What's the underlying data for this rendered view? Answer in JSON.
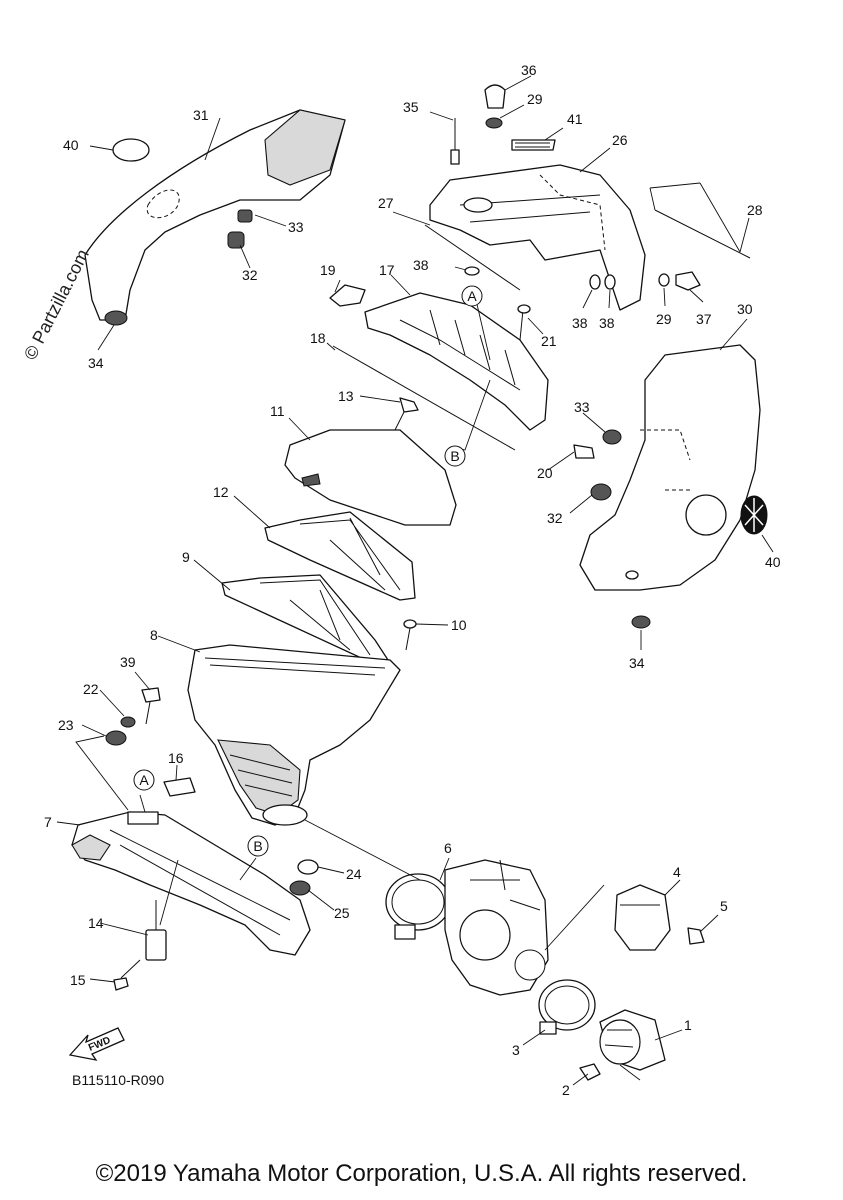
{
  "watermark": "© Partzilla.com",
  "diagram_code": "B115110-R090",
  "copyright": "©2019 Yamaha Motor Corporation, U.S.A. All rights reserved.",
  "fwd_label": "FWD",
  "callouts": {
    "p1": "1",
    "p2": "2",
    "p3": "3",
    "p4": "4",
    "p5": "5",
    "p6": "6",
    "p7": "7",
    "p8": "8",
    "p9": "9",
    "p10": "10",
    "p11": "11",
    "p12": "12",
    "p13": "13",
    "p14": "14",
    "p15": "15",
    "p16": "16",
    "p17": "17",
    "p18": "18",
    "p19": "19",
    "p20": "20",
    "p21": "21",
    "p22": "22",
    "p23": "23",
    "p24": "24",
    "p25": "25",
    "p26": "26",
    "p27": "27",
    "p28": "28",
    "p29a": "29",
    "p29b": "29",
    "p30": "30",
    "p31": "31",
    "p32a": "32",
    "p32b": "32",
    "p33a": "33",
    "p33b": "33",
    "p34a": "34",
    "p34b": "34",
    "p35": "35",
    "p36": "36",
    "p37": "37",
    "p38a": "38",
    "p38b": "38",
    "p38c": "38",
    "p39": "39",
    "p40a": "40",
    "p40b": "40",
    "p41": "41"
  },
  "ref_marks": {
    "a_top": "A",
    "b_top": "B",
    "a_bottom": "A",
    "b_bottom": "B"
  }
}
